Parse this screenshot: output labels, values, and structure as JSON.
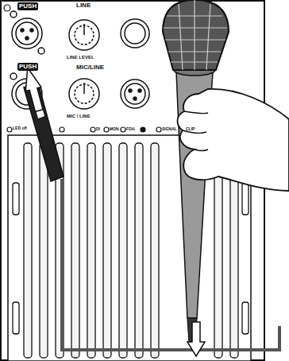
{
  "diagram": {
    "labels": [
      "PUSH",
      "LINE",
      "LINE LEVEL",
      "PUSH",
      "MIC/LINE",
      "MIC / LINE",
      "LED off",
      "DI",
      "MON",
      "FOH",
      "SIGNAL",
      "CLIP"
    ]
  }
}
